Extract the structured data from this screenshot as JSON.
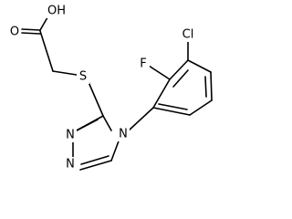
{
  "molecule": {
    "atoms": {
      "oh": "OH",
      "o_carbonyl": "O",
      "s": "S",
      "n_ring_top": "N",
      "n_ring_left_upper": "N",
      "n_ring_left_lower": "N",
      "f": "F",
      "cl": "Cl"
    }
  }
}
